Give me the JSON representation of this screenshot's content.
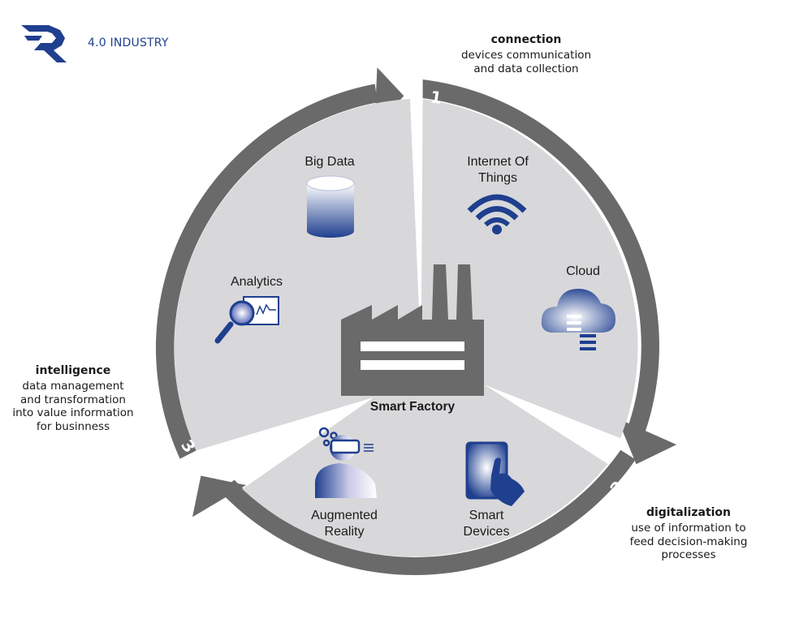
{
  "brand": {
    "text": "4.0 INDUSTRY",
    "color": "#1f3f8f"
  },
  "phases": [
    {
      "number": "1",
      "title": "connection",
      "description": [
        "devices communication",
        "and data collection"
      ]
    },
    {
      "number": "2",
      "title": "digitalization",
      "description": [
        "use of information to",
        "feed decision-making",
        "processes"
      ]
    },
    {
      "number": "3",
      "title": "intelligence",
      "description": [
        "data management",
        "and transformation",
        "into value information",
        "for businness"
      ]
    }
  ],
  "center": {
    "label": "Smart Factory"
  },
  "items": {
    "big_data": "Big Data",
    "iot": [
      "Internet Of",
      "Things"
    ],
    "cloud": "Cloud",
    "analytics": "Analytics",
    "augmented_reality": [
      "Augmented",
      "Reality"
    ],
    "smart_devices": [
      "Smart",
      "Devices"
    ]
  },
  "colors": {
    "ring": "#6a6a6b",
    "disk": "#d8d8da",
    "factory": "#6a6a6b",
    "icon_blue": "#1f3f8f",
    "icon_light": "#eef0fa"
  }
}
